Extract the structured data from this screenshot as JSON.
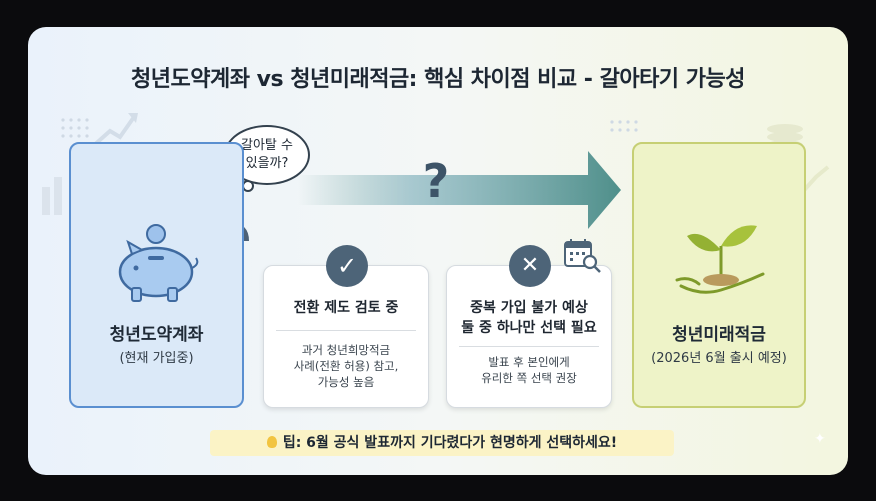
{
  "title": "청년도약계좌 vs 청년미래적금: 핵심 차이점 비교 - 갈아타기 가능성",
  "thought_bubble": {
    "line1": "갈아탈 수",
    "line2": "있을까?"
  },
  "left_box": {
    "name": "청년도약계좌",
    "sub": "(현재 가입중)"
  },
  "right_box": {
    "name": "청년미래적금",
    "sub": "(2026년 6월 출시 예정)"
  },
  "mid_cards": [
    {
      "icon": "check-icon",
      "head1": "전환 제도 검토 중",
      "head2": "",
      "body": [
        "과거 청년희망적금",
        "사례(전환 허용) 참고,",
        "가능성 높음"
      ]
    },
    {
      "icon": "x-icon",
      "head1": "중복 가입 불가 예상",
      "head2": "둘 중 하나만 선택 필요",
      "body": [
        "발표 후 본인에게",
        "유리한 쪽 선택 권장"
      ]
    }
  ],
  "tip": "팁: 6월 공식 발표까지 기다렸다가 현명하게 선택하세요!",
  "colors": {
    "accent_blue": "#5a8fd0",
    "accent_green": "#c6cf74",
    "arrow": "#4f8f8a",
    "icon_dark": "#4d6478"
  }
}
